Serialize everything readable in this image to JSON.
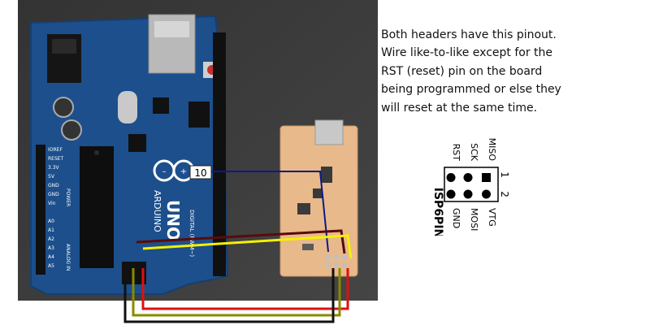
{
  "caption": "Both headers have this pinout.\nWire like-to-like except for the\nRST (reset)  pin on the board\nbeing programmed or else they\nwill reset at the same time.",
  "photo": {
    "board_labels": {
      "arduino": "ARDUINO",
      "uno": "UNO",
      "digital": "DIGITAL (PWM~)",
      "power": "POWER",
      "analog_in": "ANALOG IN",
      "pin_callout": "10"
    },
    "left_header_pins": [
      "IOREF",
      "RESET",
      "3.3V",
      "5V",
      "GND",
      "GND",
      "Vin",
      "",
      "A0",
      "A1",
      "A2",
      "A3",
      "A4",
      "A5"
    ]
  },
  "pinout": {
    "title": "ISP6PIN",
    "col_numbers": [
      "1",
      "2"
    ],
    "top_row": [
      "MISO",
      "SCK",
      "RST"
    ],
    "bottom_row": [
      "VTG",
      "MOSI",
      "GND"
    ]
  },
  "colors": {
    "board_blue": "#1c4f8c",
    "pcb_copper": "#e8b98a",
    "wire_black": "#111111",
    "wire_yellow": "#f5f000",
    "wire_red": "#e01010",
    "wire_olive": "#8a8a00",
    "wire_brown": "#5a0a0a",
    "wire_blue": "#0a1a8c"
  }
}
